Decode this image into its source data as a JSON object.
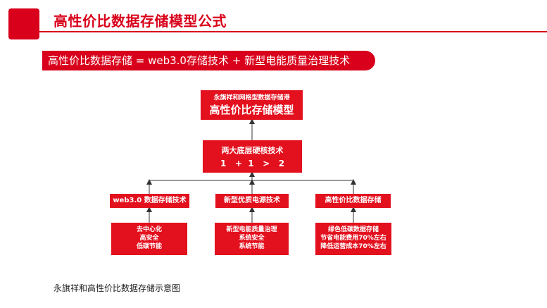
{
  "header": {
    "title": "高性价比数据存储模型公式",
    "accent_color": "#d9001b"
  },
  "formula": {
    "text": "高性价比数据存储 = web3.0存储技术 + 新型电能质量治理技术"
  },
  "diagram": {
    "top_box": {
      "subtitle": "永旗祥和网格型数据存储港",
      "title": "高性价比存储模型"
    },
    "middle_box": {
      "title": "两大底层硬核技术",
      "equation": "1   +  1   >   2"
    },
    "categories": [
      {
        "label": "web3.0 数据存储技术",
        "details": [
          "去中心化",
          "高安全",
          "低碳节能"
        ]
      },
      {
        "label": "新型优质电源技术",
        "details": [
          "新型电能质量治理",
          "系统安全",
          "系统节能"
        ]
      },
      {
        "label": "高性价比数据存储",
        "details": [
          "绿色低碳数据存储",
          "节省电能费用70%左右",
          "降低运营成本70%左右"
        ]
      }
    ],
    "box_color": "#e3101e"
  },
  "caption": "永旗祥和高性价比数据存储示意图"
}
